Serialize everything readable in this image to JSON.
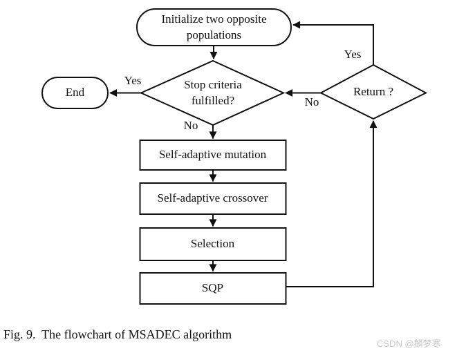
{
  "figure": {
    "caption": "Fig. 9.  The flowchart of MSADEC algorithm",
    "watermark": "CSDN @麟梦寒"
  },
  "flowchart": {
    "title": "The flowchart of MSADEC algorithm",
    "nodes": {
      "init": {
        "label": "Initialize two opposite populations",
        "shape": "stadium"
      },
      "stop": {
        "label": "Stop criteria fulfilled?",
        "shape": "diamond"
      },
      "end": {
        "label": "End",
        "shape": "stadium"
      },
      "return": {
        "label": "Return ?",
        "shape": "diamond"
      },
      "mutation": {
        "label": "Self-adaptive mutation",
        "shape": "rect"
      },
      "crossover": {
        "label": "Self-adaptive crossover",
        "shape": "rect"
      },
      "selection": {
        "label": "Selection",
        "shape": "rect"
      },
      "sqp": {
        "label": "SQP",
        "shape": "rect"
      }
    },
    "edge_labels": {
      "stop_yes": "Yes",
      "stop_no": "No",
      "return_yes": "Yes",
      "return_no": "No"
    },
    "edges": [
      {
        "from": "init",
        "to": "stop",
        "label": ""
      },
      {
        "from": "stop",
        "to": "end",
        "label": "Yes"
      },
      {
        "from": "stop",
        "to": "mutation",
        "label": "No"
      },
      {
        "from": "mutation",
        "to": "crossover",
        "label": ""
      },
      {
        "from": "crossover",
        "to": "selection",
        "label": ""
      },
      {
        "from": "selection",
        "to": "sqp",
        "label": ""
      },
      {
        "from": "sqp",
        "to": "return",
        "label": ""
      },
      {
        "from": "return",
        "to": "stop",
        "label": "No"
      },
      {
        "from": "return",
        "to": "init",
        "label": "Yes"
      }
    ],
    "colors": {
      "stroke": "#111111",
      "text": "#111111",
      "background": "#ffffff",
      "watermark": "#c9c9c9"
    }
  }
}
